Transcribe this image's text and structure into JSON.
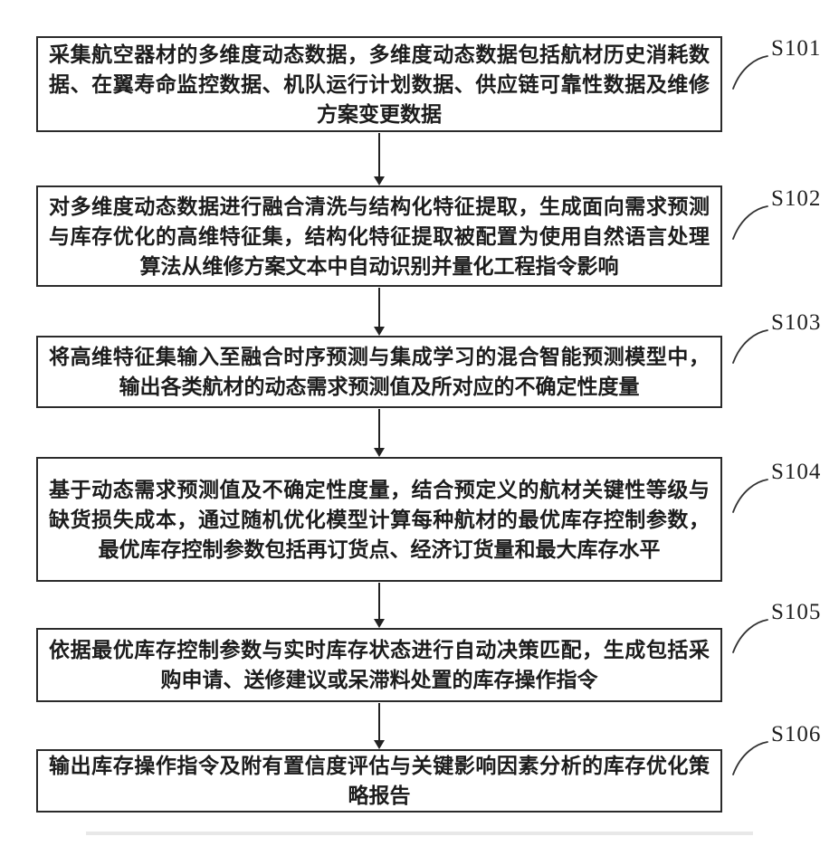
{
  "colors": {
    "ink": "#222222",
    "border": "#2b2b2b"
  },
  "steps": [
    {
      "id": "S101",
      "text": "采集航空器材的多维度动态数据，多维度动态数据包括航材历史消耗数据、在翼寿命监控数据、机队运行计划数据、供应链可靠性数据及维修方案变更数据"
    },
    {
      "id": "S102",
      "text": "对多维度动态数据进行融合清洗与结构化特征提取，生成面向需求预测与库存优化的高维特征集，结构化特征提取被配置为使用自然语言处理算法从维修方案文本中自动识别并量化工程指令影响"
    },
    {
      "id": "S103",
      "text": "将高维特征集输入至融合时序预测与集成学习的混合智能预测模型中，输出各类航材的动态需求预测值及所对应的不确定性度量"
    },
    {
      "id": "S104",
      "text": "基于动态需求预测值及不确定性度量，结合预定义的航材关键性等级与缺货损失成本，通过随机优化模型计算每种航材的最优库存控制参数，最优库存控制参数包括再订货点、经济订货量和最大库存水平"
    },
    {
      "id": "S105",
      "text": "依据最优库存控制参数与实时库存状态进行自动决策匹配，生成包括采购申请、送修建议或呆滞料处置的库存操作指令"
    },
    {
      "id": "S106",
      "text": "输出库存操作指令及附有置信度评估与关键影响因素分析的库存优化策略报告"
    }
  ]
}
